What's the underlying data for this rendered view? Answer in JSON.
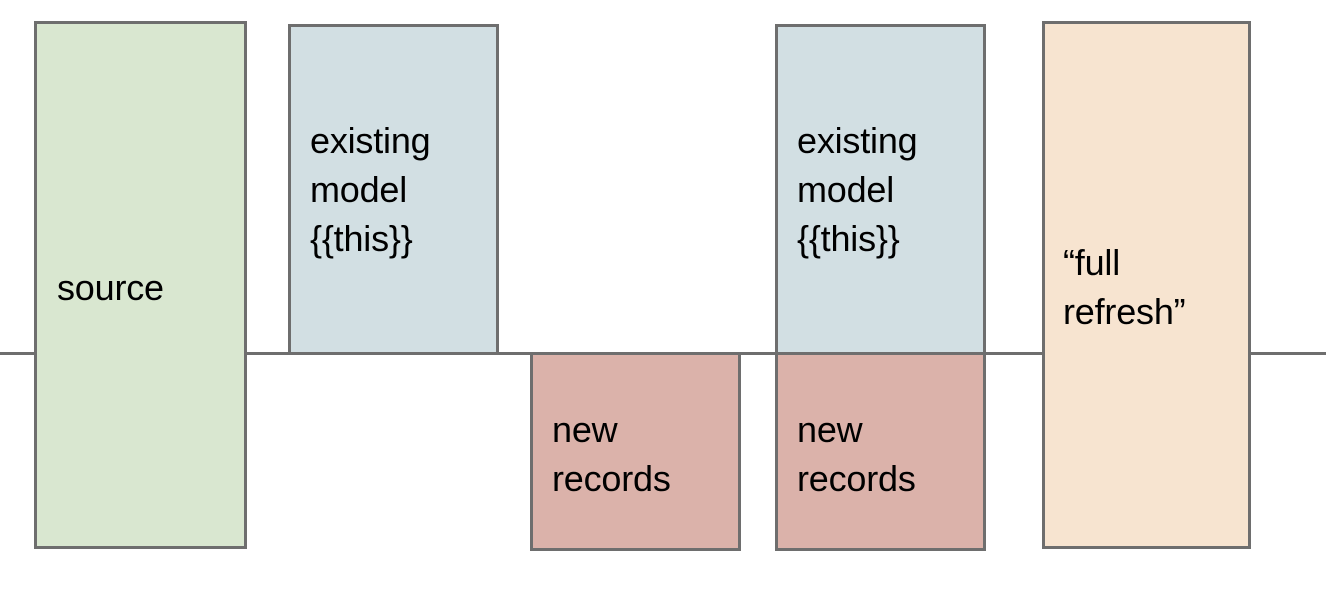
{
  "diagram": {
    "title": "dbt incremental model full refresh diagram",
    "axis": {
      "name": "horizontal-baseline",
      "color": "#6e6e6e"
    },
    "colors": {
      "source_fill": "#d9e7d0",
      "model_fill": "#d2dfe3",
      "new_records_fill": "#dbb2aa",
      "full_refresh_fill": "#f7e4d0",
      "stroke": "#6e6e6e",
      "text": "#000000",
      "background": "#ffffff"
    },
    "boxes": [
      {
        "id": "source",
        "label": "source",
        "fill": "#d9e7d0",
        "position": "spans-baseline"
      },
      {
        "id": "existing-model-a",
        "label": "existing\nmodel\n{{this}}",
        "fill": "#d2dfe3",
        "position": "above-baseline"
      },
      {
        "id": "new-records-a",
        "label": "new\nrecords",
        "fill": "#dbb2aa",
        "position": "below-baseline"
      },
      {
        "id": "existing-model-b",
        "label": "existing\nmodel\n{{this}}",
        "fill": "#d2dfe3",
        "position": "above-baseline"
      },
      {
        "id": "new-records-b",
        "label": "new\nrecords",
        "fill": "#dbb2aa",
        "position": "below-baseline"
      },
      {
        "id": "full-refresh",
        "label": "“full\nrefresh”",
        "fill": "#f7e4d0",
        "position": "spans-baseline"
      }
    ]
  }
}
